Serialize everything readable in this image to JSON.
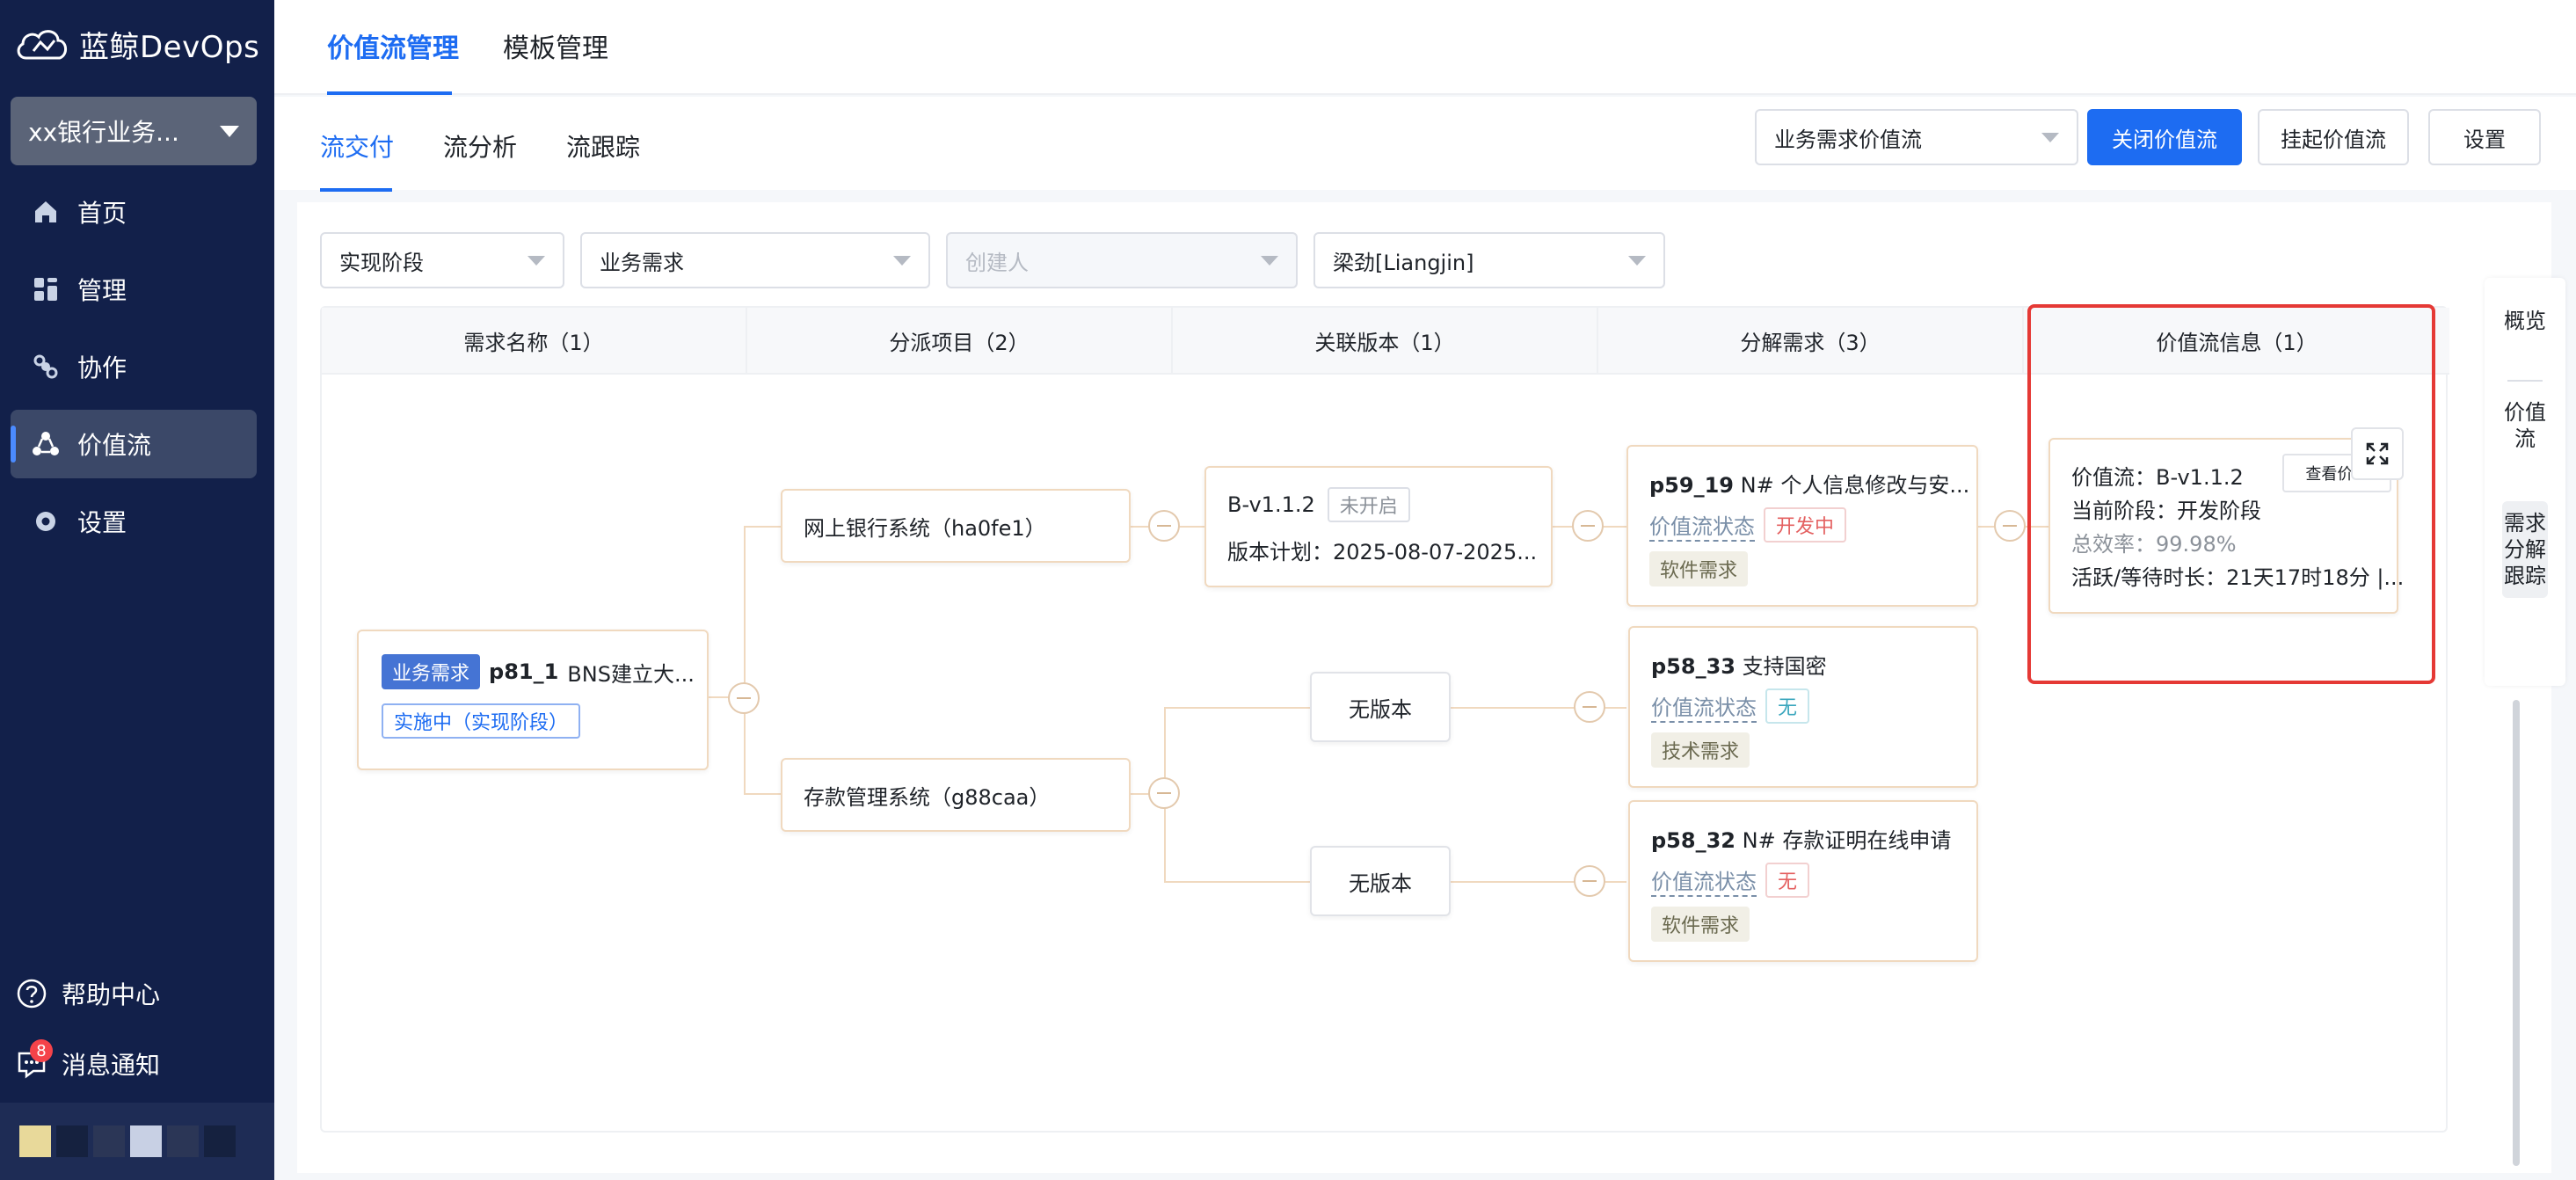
{
  "app": {
    "brand": "蓝鲸DevOps"
  },
  "sidebar": {
    "project": "xx银行业务...",
    "items": [
      {
        "label": "首页",
        "icon": "home-icon"
      },
      {
        "label": "管理",
        "icon": "grid-icon"
      },
      {
        "label": "协作",
        "icon": "collab-icon"
      },
      {
        "label": "价值流",
        "icon": "flow-icon",
        "active": true
      },
      {
        "label": "设置",
        "icon": "gear-icon"
      }
    ],
    "help": "帮助中心",
    "notify": "消息通知",
    "notify_count": "8"
  },
  "header": {
    "tabs": [
      {
        "label": "价值流管理",
        "active": true
      },
      {
        "label": "模板管理"
      }
    ]
  },
  "subbar": {
    "tabs": [
      {
        "label": "流交付",
        "active": true
      },
      {
        "label": "流分析"
      },
      {
        "label": "流跟踪"
      }
    ],
    "flow_select": "业务需求价值流",
    "close_btn": "关闭价值流",
    "hang_btn": "挂起价值流",
    "settings_btn": "设置"
  },
  "filters": {
    "stage": "实现阶段",
    "type": "业务需求",
    "creator_placeholder": "创建人",
    "owner": "梁劲[Liangjin]"
  },
  "columns": [
    "需求名称（1）",
    "分派项目（2）",
    "关联版本（1）",
    "分解需求（3）",
    "价值流信息（1）"
  ],
  "requirement": {
    "tag": "业务需求",
    "id": "p81_1",
    "name": "BNS建立大...",
    "status": "实施中（实现阶段）"
  },
  "projects": [
    {
      "name": "网上银行系统（ha0fe1）"
    },
    {
      "name": "存款管理系统（g88caa）"
    }
  ],
  "versions": {
    "v1": {
      "name": "B-v1.1.2",
      "status": "未开启",
      "plan_label": "版本计划：",
      "plan": "2025-08-07-2025..."
    },
    "none_label": "无版本"
  },
  "subreqs": [
    {
      "id": "p59_19",
      "title": "N# 个人信息修改与安...",
      "status_label": "价值流状态",
      "status": "开发中",
      "kind": "软件需求"
    },
    {
      "id": "p58_33",
      "title": "支持国密",
      "status_label": "价值流状态",
      "status": "无",
      "kind": "技术需求"
    },
    {
      "id": "p58_32",
      "title": "N# 存款证明在线申请",
      "status_label": "价值流状态",
      "status": "无",
      "kind": "软件需求"
    }
  ],
  "flowinfo": {
    "flow_label": "价值流：",
    "flow": "B-v1.1.2",
    "stage_label": "当前阶段：",
    "stage": "开发阶段",
    "eff_label": "总效率：",
    "eff": "99.98%",
    "time_label": "活跃/等待时长：",
    "time": "21天17时18分 |...",
    "view_btn": "查看价..."
  },
  "rail": {
    "overview": "概览",
    "flow": "价值流",
    "track": "需求分解跟踪"
  },
  "colors": {
    "accent": "#1d6cf2",
    "sidebar": "#12204a",
    "highlight": "#e53935"
  }
}
